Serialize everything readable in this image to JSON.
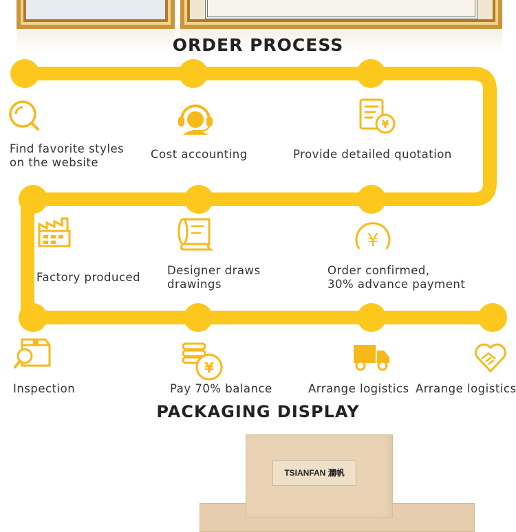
{
  "headings": {
    "order_process": "ORDER PROCESS",
    "packaging_display": "PACKAGING DISPLAY"
  },
  "steps": [
    {
      "line1": "Find favorite styles",
      "line2": "on the website",
      "icon": "search-icon"
    },
    {
      "line1": "Cost accounting",
      "line2": "",
      "icon": "headset-icon"
    },
    {
      "line1": "Provide detailed quotation",
      "line2": "",
      "icon": "quotation-icon"
    },
    {
      "line1": "Factory produced",
      "line2": "",
      "icon": "factory-icon"
    },
    {
      "line1": "Designer draws",
      "line2": "drawings",
      "icon": "drawing-scroll-icon"
    },
    {
      "line1": "Order confirmed,",
      "line2": "30% advance payment",
      "icon": "yuan-coin-icon"
    },
    {
      "line1": "Inspection",
      "line2": "",
      "icon": "inspection-box-icon"
    },
    {
      "line1": "Pay 70% balance",
      "line2": "",
      "icon": "coin-stack-icon"
    },
    {
      "line1": "Arrange logistics",
      "line2": "",
      "icon": "truck-icon"
    },
    {
      "line1": "Arrange logistics",
      "line2": "",
      "icon": "handshake-heart-icon"
    }
  ],
  "packaging": {
    "box_label": "TSIANFAN 瀾帆"
  },
  "colors": {
    "accent": "#fcc81e",
    "icon_stroke": "#f7b81a"
  }
}
